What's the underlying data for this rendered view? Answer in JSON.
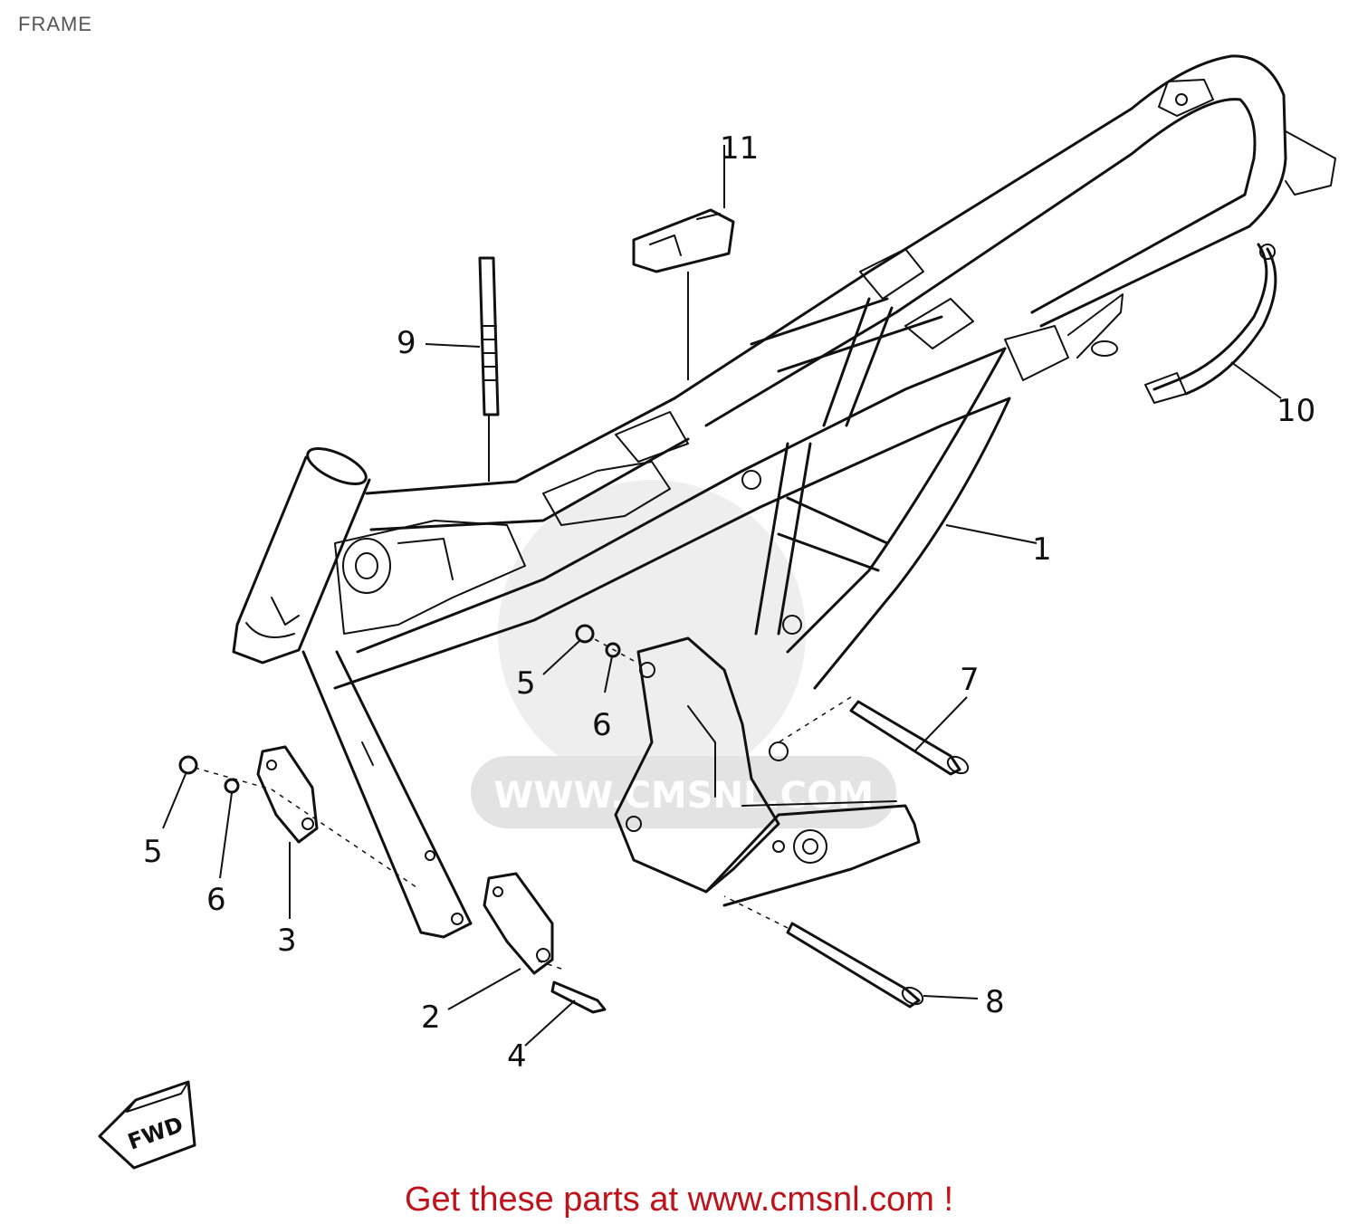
{
  "header": {
    "title": "FRAME"
  },
  "callouts": [
    "1",
    "2",
    "3",
    "4",
    "5",
    "6",
    "7",
    "8",
    "9",
    "10",
    "11",
    "5",
    "6"
  ],
  "direction_marker": "FWD",
  "watermark": "WWW.CMSNL.COM",
  "footer": {
    "text": "Get these parts at www.cmsnl.com !"
  },
  "colors": {
    "footer": "#c0121b",
    "line": "#111111",
    "watermark": "#e6e6e6"
  }
}
